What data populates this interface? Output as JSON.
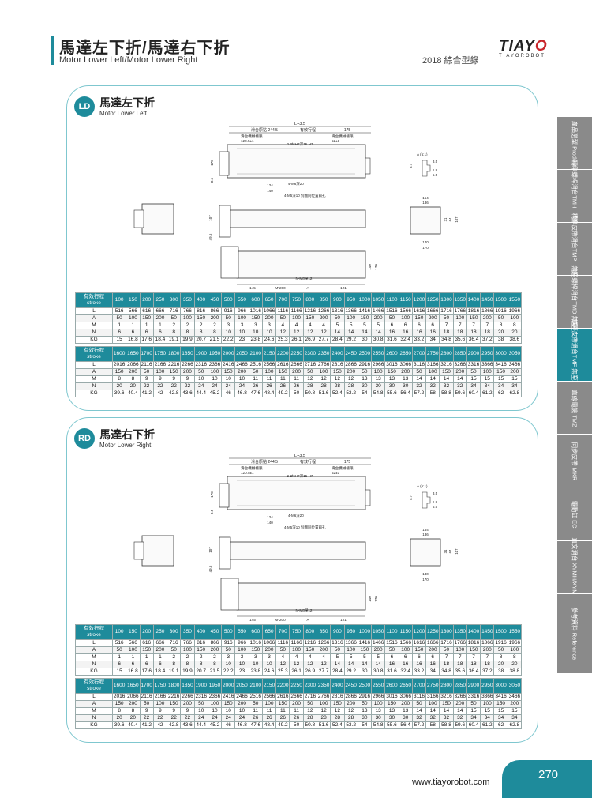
{
  "header": {
    "title": "馬達左下折/馬達右下折",
    "subtitle": "Motor Lower Left/Motor Lower Right",
    "catalog": "2018 綜合型錄",
    "logo_main": "TIAYO",
    "logo_sub": "TIAYOROBOT"
  },
  "sidebar": {
    "items": [
      {
        "label": "產品選型 Product",
        "active": false
      },
      {
        "label": "精準螺桿滑台TMH 一般環境",
        "active": false
      },
      {
        "label": "精準皮帶滑台TMP 一般環境",
        "active": false
      },
      {
        "label": "無塵螺桿滑台TMD 無塵環境",
        "active": false
      },
      {
        "label": "無塵皮帶滑台TMF 無塵環境",
        "active": true
      },
      {
        "label": "直線電機 TMZ",
        "active": false
      },
      {
        "label": "同步皮帶 MKR",
        "active": false
      },
      {
        "label": "電動缸 EC",
        "active": false
      },
      {
        "label": "直交滑台 XYMH/XYMP",
        "active": false
      },
      {
        "label": "參考資料 Reference",
        "active": false
      }
    ]
  },
  "sections": [
    {
      "badge": "LD",
      "title": "馬達左下折",
      "subtitle": "Motor Lower Left",
      "dims": {
        "l": "L+3.5",
        "d1": "滑台原點 244.5",
        "d2": "有效行程",
        "d3": "175",
        "d4": "滑台機械極限",
        "d5": "120.5±1",
        "d6": "滑台機械極限",
        "d7": "52±1",
        "d8": "2-Ø6H7深15 H7",
        "d9": "170",
        "d10": "8.5",
        "d11": "124",
        "d12": "140",
        "d13": "4-M6深20",
        "d14": "4-M5深10 對圖同位置兩孔",
        "d15": "A (5:1)",
        "d16": "5.7",
        "d17": "3.5",
        "d18": "1.8",
        "d19": "5.5",
        "d20": "154",
        "d21": "136",
        "d22": "107",
        "d23": "49.5",
        "d24": "31",
        "d25": "64",
        "d26": "107",
        "d27": "140",
        "d28": "170",
        "d29": "145",
        "d30": "M*200",
        "d31": "A",
        "d32": "121",
        "d33": "N-M8深12",
        "d34": "140",
        "d35": "170"
      },
      "table1": {
        "header_line1": "有效行程",
        "header_line2": "stroke",
        "columns": [
          "100",
          "150",
          "200",
          "250",
          "300",
          "350",
          "400",
          "450",
          "500",
          "550",
          "600",
          "650",
          "700",
          "750",
          "800",
          "850",
          "900",
          "950",
          "1000",
          "1050",
          "1100",
          "1150",
          "1200",
          "1250",
          "1300",
          "1350",
          "1400",
          "1450",
          "1500",
          "1550"
        ],
        "rows": [
          {
            "label": "L",
            "values": [
              "516",
              "566",
              "616",
              "666",
              "716",
              "766",
              "816",
              "866",
              "916",
              "966",
              "1016",
              "1066",
              "1116",
              "1166",
              "1216",
              "1266",
              "1316",
              "1366",
              "1416",
              "1466",
              "1516",
              "1566",
              "1616",
              "1666",
              "1716",
              "1766",
              "1816",
              "1866",
              "1916",
              "1966"
            ]
          },
          {
            "label": "A",
            "values": [
              "50",
              "100",
              "150",
              "200",
              "50",
              "100",
              "150",
              "200",
              "50",
              "100",
              "150",
              "200",
              "50",
              "100",
              "150",
              "200",
              "50",
              "100",
              "150",
              "200",
              "50",
              "100",
              "150",
              "200",
              "50",
              "100",
              "150",
              "200",
              "50",
              "100"
            ]
          },
          {
            "label": "M",
            "values": [
              "1",
              "1",
              "1",
              "1",
              "2",
              "2",
              "2",
              "2",
              "3",
              "3",
              "3",
              "3",
              "4",
              "4",
              "4",
              "4",
              "5",
              "5",
              "5",
              "5",
              "6",
              "6",
              "6",
              "6",
              "7",
              "7",
              "7",
              "7",
              "8",
              "8"
            ]
          },
          {
            "label": "N",
            "values": [
              "6",
              "6",
              "6",
              "6",
              "8",
              "8",
              "8",
              "8",
              "10",
              "10",
              "10",
              "10",
              "12",
              "12",
              "12",
              "12",
              "14",
              "14",
              "14",
              "14",
              "16",
              "16",
              "16",
              "16",
              "18",
              "18",
              "18",
              "18",
              "20",
              "20"
            ]
          },
          {
            "label": "KG",
            "values": [
              "15",
              "16.8",
              "17.6",
              "18.4",
              "19.1",
              "19.9",
              "20.7",
              "21.5",
              "22.2",
              "23",
              "23.8",
              "24.6",
              "25.3",
              "26.1",
              "26.9",
              "27.7",
              "28.4",
              "29.2",
              "30",
              "30.8",
              "31.6",
              "32.4",
              "33.2",
              "34",
              "34.8",
              "35.6",
              "36.4",
              "37.2",
              "38",
              "38.6"
            ]
          }
        ]
      },
      "table2": {
        "header_line1": "有效行程",
        "header_line2": "stroke",
        "columns": [
          "1600",
          "1650",
          "1700",
          "1750",
          "1800",
          "1850",
          "1900",
          "1950",
          "2000",
          "2050",
          "2100",
          "2150",
          "2200",
          "2250",
          "2300",
          "2350",
          "2400",
          "2450",
          "2500",
          "2550",
          "2600",
          "2650",
          "2700",
          "2750",
          "2800",
          "2850",
          "2900",
          "2950",
          "3000",
          "3050"
        ],
        "rows": [
          {
            "label": "L",
            "values": [
              "2016",
              "2066",
              "2116",
              "2166",
              "2216",
              "2266",
              "2316",
              "2366",
              "2416",
              "2466",
              "2516",
              "2566",
              "2616",
              "2666",
              "2716",
              "2766",
              "2816",
              "2866",
              "2916",
              "2966",
              "3016",
              "3066",
              "3116",
              "3166",
              "3216",
              "3266",
              "3316",
              "3366",
              "3416",
              "3466"
            ]
          },
          {
            "label": "A",
            "values": [
              "150",
              "200",
              "50",
              "100",
              "150",
              "200",
              "50",
              "100",
              "150",
              "200",
              "50",
              "100",
              "150",
              "200",
              "50",
              "100",
              "150",
              "200",
              "50",
              "100",
              "150",
              "200",
              "50",
              "100",
              "150",
              "200",
              "50",
              "100",
              "150",
              "200"
            ]
          },
          {
            "label": "M",
            "values": [
              "8",
              "8",
              "9",
              "9",
              "9",
              "9",
              "10",
              "10",
              "10",
              "10",
              "11",
              "11",
              "11",
              "11",
              "12",
              "12",
              "12",
              "12",
              "13",
              "13",
              "13",
              "13",
              "14",
              "14",
              "14",
              "14",
              "15",
              "15",
              "15",
              "15"
            ]
          },
          {
            "label": "N",
            "values": [
              "20",
              "20",
              "22",
              "22",
              "22",
              "22",
              "24",
              "24",
              "24",
              "24",
              "26",
              "26",
              "26",
              "26",
              "28",
              "28",
              "28",
              "28",
              "30",
              "30",
              "30",
              "30",
              "32",
              "32",
              "32",
              "32",
              "34",
              "34",
              "34",
              "34"
            ]
          },
          {
            "label": "KG",
            "values": [
              "39.6",
              "40.4",
              "41.2",
              "42",
              "42.8",
              "43.6",
              "44.4",
              "45.2",
              "46",
              "46.8",
              "47.6",
              "48.4",
              "49.2",
              "50",
              "50.8",
              "51.6",
              "52.4",
              "53.2",
              "54",
              "54.8",
              "55.6",
              "56.4",
              "57.2",
              "58",
              "58.8",
              "59.6",
              "60.4",
              "61.2",
              "62",
              "62.8"
            ]
          }
        ]
      }
    },
    {
      "badge": "RD",
      "title": "馬達右下折",
      "subtitle": "Motor Lower Right",
      "dims": {
        "l": "L+3.5",
        "d1": "滑台原點 244.5",
        "d2": "有效行程",
        "d3": "175",
        "d4": "滑台機械極限",
        "d5": "120.5±1",
        "d6": "滑台機械極限",
        "d7": "52±1",
        "d8": "2-Ø6H7深15 H7",
        "d9": "170",
        "d10": "8.5",
        "d11": "124",
        "d12": "140",
        "d13": "4-M6深20",
        "d14": "4-M5深10 對圖同位置兩孔",
        "d15": "A (5:1)",
        "d16": "5.7",
        "d17": "3.5",
        "d18": "1.8",
        "d19": "5.5",
        "d20": "154",
        "d21": "136",
        "d22": "107",
        "d23": "49.5",
        "d24": "31",
        "d25": "64",
        "d26": "107",
        "d27": "140",
        "d28": "170",
        "d29": "145",
        "d30": "M*200",
        "d31": "A",
        "d32": "121",
        "d33": "N-M8深12",
        "d34": "140",
        "d35": "170"
      },
      "table1": {
        "header_line1": "有效行程",
        "header_line2": "stroke",
        "columns": [
          "100",
          "150",
          "200",
          "250",
          "300",
          "350",
          "400",
          "450",
          "500",
          "550",
          "600",
          "650",
          "700",
          "750",
          "800",
          "850",
          "900",
          "950",
          "1000",
          "1050",
          "1100",
          "1150",
          "1200",
          "1250",
          "1300",
          "1350",
          "1400",
          "1450",
          "1500",
          "1550"
        ],
        "rows": [
          {
            "label": "L",
            "values": [
              "516",
              "566",
              "616",
              "666",
              "716",
              "766",
              "816",
              "866",
              "916",
              "966",
              "1016",
              "1066",
              "1116",
              "1166",
              "1216",
              "1266",
              "1316",
              "1366",
              "1416",
              "1466",
              "1516",
              "1566",
              "1616",
              "1666",
              "1716",
              "1766",
              "1816",
              "1866",
              "1916",
              "1966"
            ]
          },
          {
            "label": "A",
            "values": [
              "50",
              "100",
              "150",
              "200",
              "50",
              "100",
              "150",
              "200",
              "50",
              "100",
              "150",
              "200",
              "50",
              "100",
              "150",
              "200",
              "50",
              "100",
              "150",
              "200",
              "50",
              "100",
              "150",
              "200",
              "50",
              "100",
              "150",
              "200",
              "50",
              "100"
            ]
          },
          {
            "label": "M",
            "values": [
              "1",
              "1",
              "1",
              "1",
              "2",
              "2",
              "2",
              "2",
              "3",
              "3",
              "3",
              "3",
              "4",
              "4",
              "4",
              "4",
              "5",
              "5",
              "5",
              "5",
              "6",
              "6",
              "6",
              "6",
              "7",
              "7",
              "7",
              "7",
              "8",
              "8"
            ]
          },
          {
            "label": "N",
            "values": [
              "6",
              "6",
              "6",
              "6",
              "8",
              "8",
              "8",
              "8",
              "10",
              "10",
              "10",
              "10",
              "12",
              "12",
              "12",
              "12",
              "14",
              "14",
              "14",
              "14",
              "16",
              "16",
              "16",
              "16",
              "18",
              "18",
              "18",
              "18",
              "20",
              "20"
            ]
          },
          {
            "label": "KG",
            "values": [
              "15",
              "16.8",
              "17.6",
              "18.4",
              "19.1",
              "19.9",
              "20.7",
              "21.5",
              "22.2",
              "23",
              "23.8",
              "24.6",
              "25.3",
              "26.1",
              "26.9",
              "27.7",
              "28.4",
              "29.2",
              "30",
              "30.8",
              "31.6",
              "32.4",
              "33.2",
              "34",
              "34.8",
              "35.6",
              "36.4",
              "37.2",
              "38",
              "38.8"
            ]
          }
        ]
      },
      "table2": {
        "header_line1": "有效行程",
        "header_line2": "stroke",
        "columns": [
          "1600",
          "1650",
          "1700",
          "1750",
          "1800",
          "1850",
          "1900",
          "1950",
          "2000",
          "2050",
          "2100",
          "2150",
          "2200",
          "2250",
          "2300",
          "2350",
          "2400",
          "2450",
          "2500",
          "2550",
          "2600",
          "2650",
          "2700",
          "2750",
          "2800",
          "2850",
          "2900",
          "2950",
          "3000",
          "3050"
        ],
        "rows": [
          {
            "label": "L",
            "values": [
              "2016",
              "2066",
              "2116",
              "2166",
              "2216",
              "2266",
              "2316",
              "2366",
              "2416",
              "2466",
              "2516",
              "2566",
              "2616",
              "2666",
              "2716",
              "2766",
              "2816",
              "2866",
              "2916",
              "2966",
              "3016",
              "3066",
              "3116",
              "3166",
              "3216",
              "3266",
              "3316",
              "3366",
              "3416",
              "3466"
            ]
          },
          {
            "label": "A",
            "values": [
              "150",
              "200",
              "50",
              "100",
              "150",
              "200",
              "50",
              "100",
              "150",
              "200",
              "50",
              "100",
              "150",
              "200",
              "50",
              "100",
              "150",
              "200",
              "50",
              "100",
              "150",
              "200",
              "50",
              "100",
              "150",
              "200",
              "50",
              "100",
              "150",
              "200"
            ]
          },
          {
            "label": "M",
            "values": [
              "8",
              "8",
              "9",
              "9",
              "9",
              "9",
              "10",
              "10",
              "10",
              "10",
              "11",
              "11",
              "11",
              "11",
              "12",
              "12",
              "12",
              "12",
              "13",
              "13",
              "13",
              "13",
              "14",
              "14",
              "14",
              "14",
              "15",
              "15",
              "15",
              "15"
            ]
          },
          {
            "label": "N",
            "values": [
              "20",
              "20",
              "22",
              "22",
              "22",
              "22",
              "24",
              "24",
              "24",
              "24",
              "26",
              "26",
              "26",
              "26",
              "28",
              "28",
              "28",
              "28",
              "30",
              "30",
              "30",
              "30",
              "32",
              "32",
              "32",
              "32",
              "34",
              "34",
              "34",
              "34"
            ]
          },
          {
            "label": "KG",
            "values": [
              "39.6",
              "40.4",
              "41.2",
              "42",
              "42.8",
              "43.6",
              "44.4",
              "45.2",
              "46",
              "46.8",
              "47.6",
              "48.4",
              "49.2",
              "50",
              "50.8",
              "51.6",
              "52.4",
              "53.2",
              "54",
              "54.8",
              "55.6",
              "56.4",
              "57.2",
              "58",
              "58.8",
              "59.6",
              "60.4",
              "61.2",
              "62",
              "62.8"
            ]
          }
        ]
      }
    }
  ],
  "footer": {
    "url": "www.tiayorobot.com",
    "page": "270"
  },
  "colors": {
    "accent": "#1e8b9b",
    "sidebar_gray": "#8a8a8a",
    "panel_border": "#7fc7cf"
  }
}
